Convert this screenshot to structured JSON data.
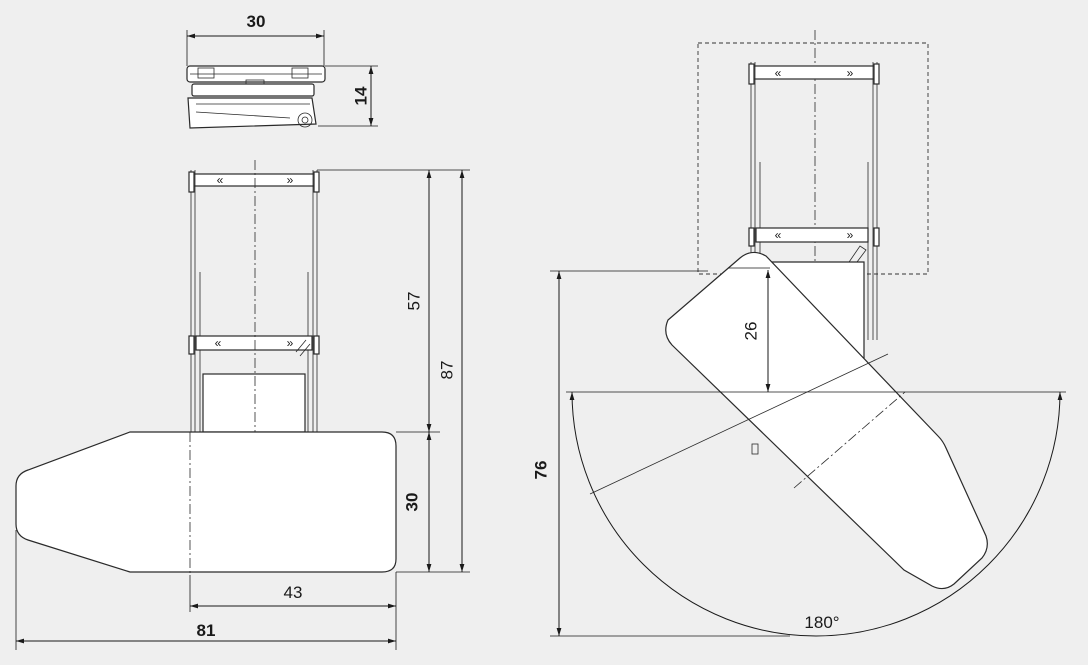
{
  "dimensions": {
    "top_width": "30",
    "top_height": "14",
    "arm_length": "57",
    "total_height": "87",
    "board_depth": "30",
    "board_offset": "43",
    "board_length": "81",
    "rotated_height": "76",
    "swivel_offset": "26",
    "rotation_angle": "180°"
  },
  "arrow_symbols": {
    "left": "«",
    "right": "»"
  },
  "colors": {
    "background": "#efefef",
    "part_fill": "#ffffff",
    "line": "#1a1a1a"
  }
}
